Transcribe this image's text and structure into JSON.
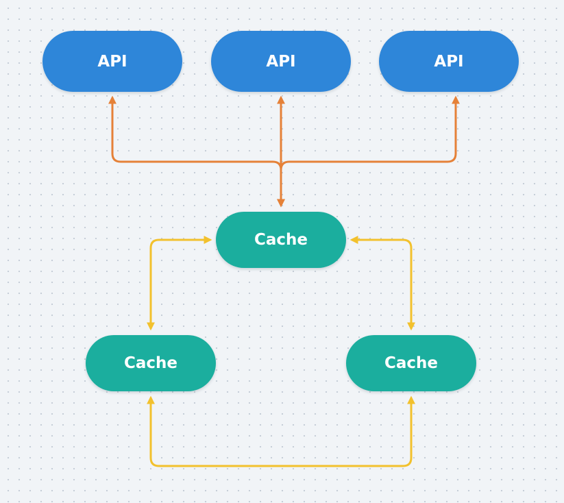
{
  "colors": {
    "api_node": "#2e86d9",
    "cache_node": "#1bae9e",
    "api_connector": "#e58138",
    "cache_connector": "#f2c12d",
    "node_text": "#ffffff",
    "background": "#f1f4f7"
  },
  "nodes": {
    "api_1": {
      "label": "API"
    },
    "api_2": {
      "label": "API"
    },
    "api_3": {
      "label": "API"
    },
    "cache_main": {
      "label": "Cache"
    },
    "cache_left": {
      "label": "Cache"
    },
    "cache_right": {
      "label": "Cache"
    }
  },
  "edges": [
    {
      "from": "cache_main",
      "to": "api_1",
      "style": "api_connector",
      "arrows": "both"
    },
    {
      "from": "cache_main",
      "to": "api_2",
      "style": "api_connector",
      "arrows": "both"
    },
    {
      "from": "cache_main",
      "to": "api_3",
      "style": "api_connector",
      "arrows": "both"
    },
    {
      "from": "cache_main",
      "to": "cache_left",
      "style": "cache_connector",
      "arrows": "both"
    },
    {
      "from": "cache_main",
      "to": "cache_right",
      "style": "cache_connector",
      "arrows": "both"
    },
    {
      "from": "cache_left",
      "to": "cache_right",
      "style": "cache_connector",
      "arrows": "both"
    }
  ]
}
